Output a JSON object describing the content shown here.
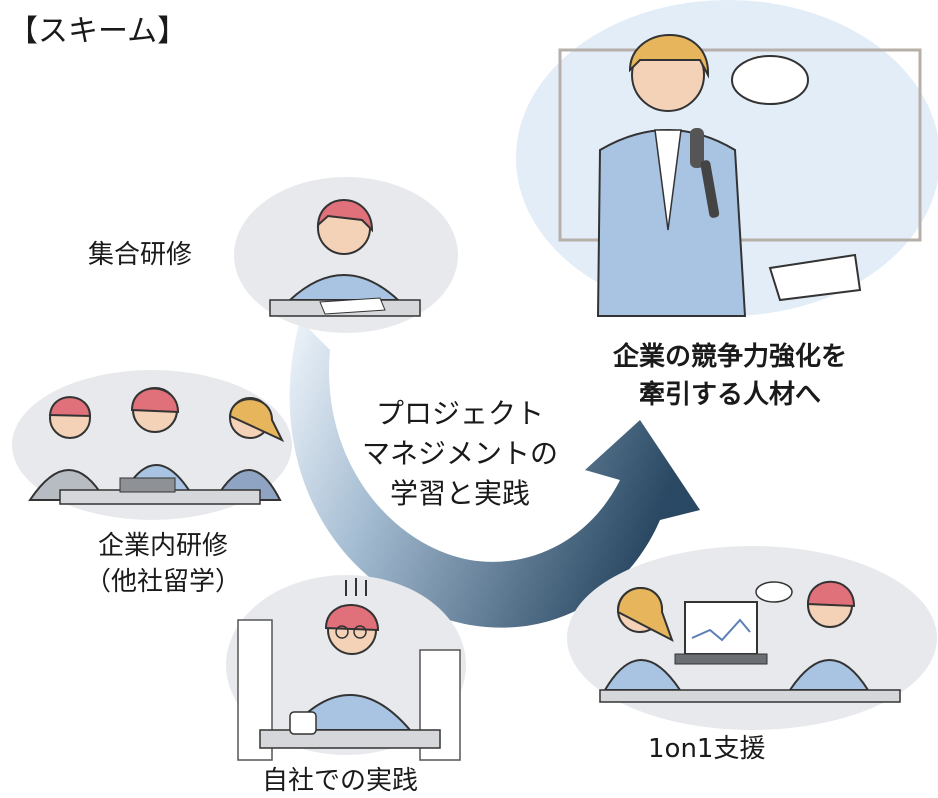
{
  "title": "【スキーム】",
  "nodes": {
    "group_training": "集合研修",
    "inhouse_training": [
      "企業内研修",
      "（他社留学）"
    ],
    "own_practice": "自社での実践",
    "one_on_one": "1on1支援"
  },
  "center": [
    "プロジェクト",
    "マネジメントの",
    "学習と実践"
  ],
  "goal": [
    "企業の競争力強化を",
    "牽引する人材へ"
  ],
  "colors": {
    "arrow_dark": "#1f3f5b",
    "arrow_light": "#d9e6f2",
    "illustration_bg": "#e7e9ec",
    "goal_bg": "#e3edf8"
  }
}
